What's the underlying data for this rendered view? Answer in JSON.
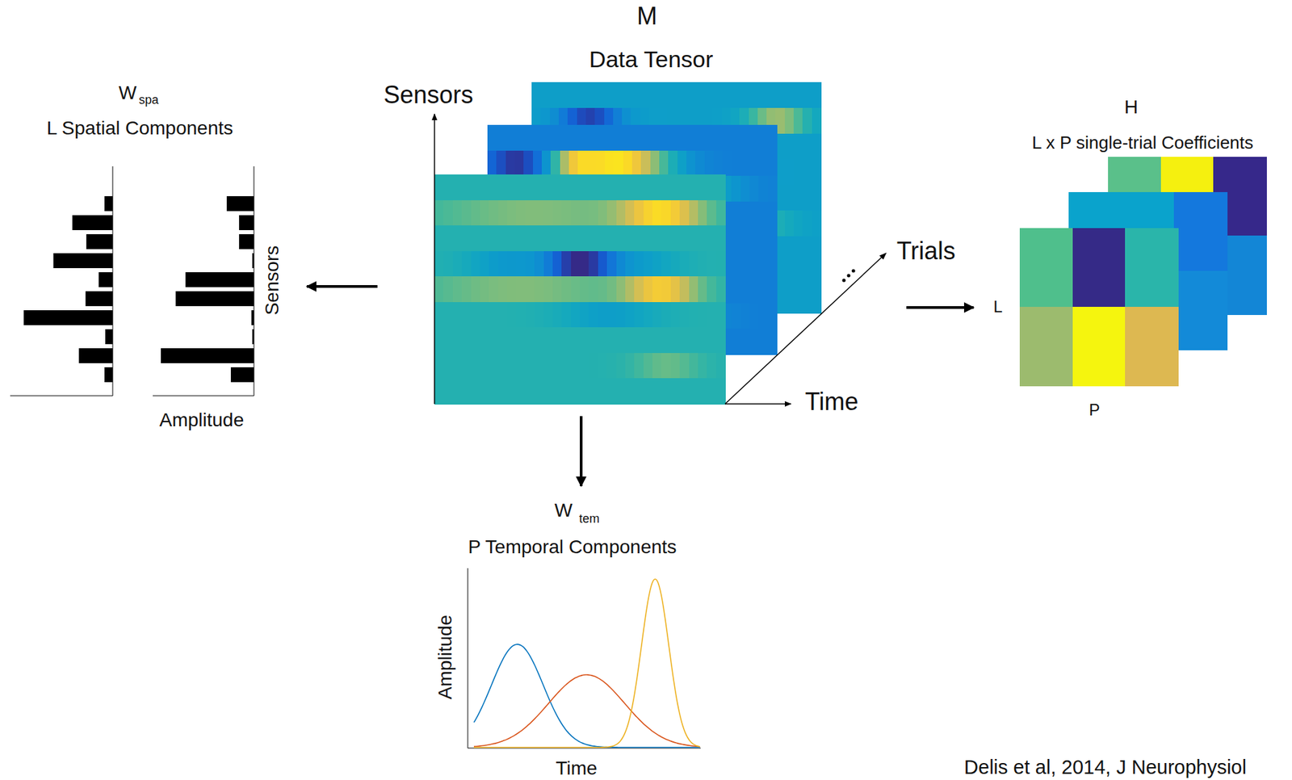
{
  "diagram": {
    "caption": "Delis et al, 2014, J Neurophysiol",
    "labels": [
      "M",
      "Data Tensor",
      "Sensors",
      "Time",
      "Trials",
      "W",
      "spa",
      "L Spatial Components",
      "Sensors",
      "Amplitude",
      "W",
      "tem",
      "P Temporal Components",
      "Amplitude",
      "Time",
      "H",
      "L x P single-trial Coefficients",
      "L",
      "P"
    ]
  }
}
